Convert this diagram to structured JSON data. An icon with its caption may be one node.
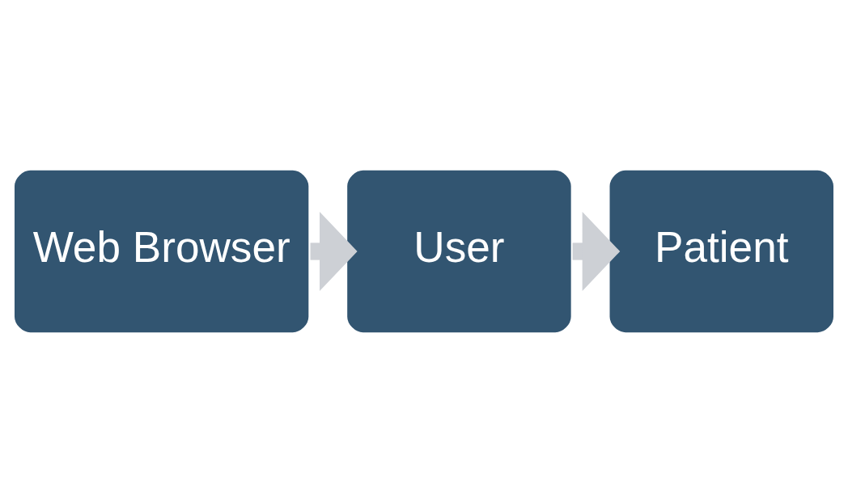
{
  "diagram": {
    "nodes": [
      {
        "text": [
          "Web Browser"
        ]
      },
      {
        "text": [
          "User"
        ]
      },
      {
        "text": [
          "Patient"
        ]
      }
    ],
    "edges": [
      {
        "from": 0,
        "to": 1,
        "arrow": "to"
      },
      {
        "from": 1,
        "to": 2,
        "arrow": "to"
      }
    ]
  }
}
